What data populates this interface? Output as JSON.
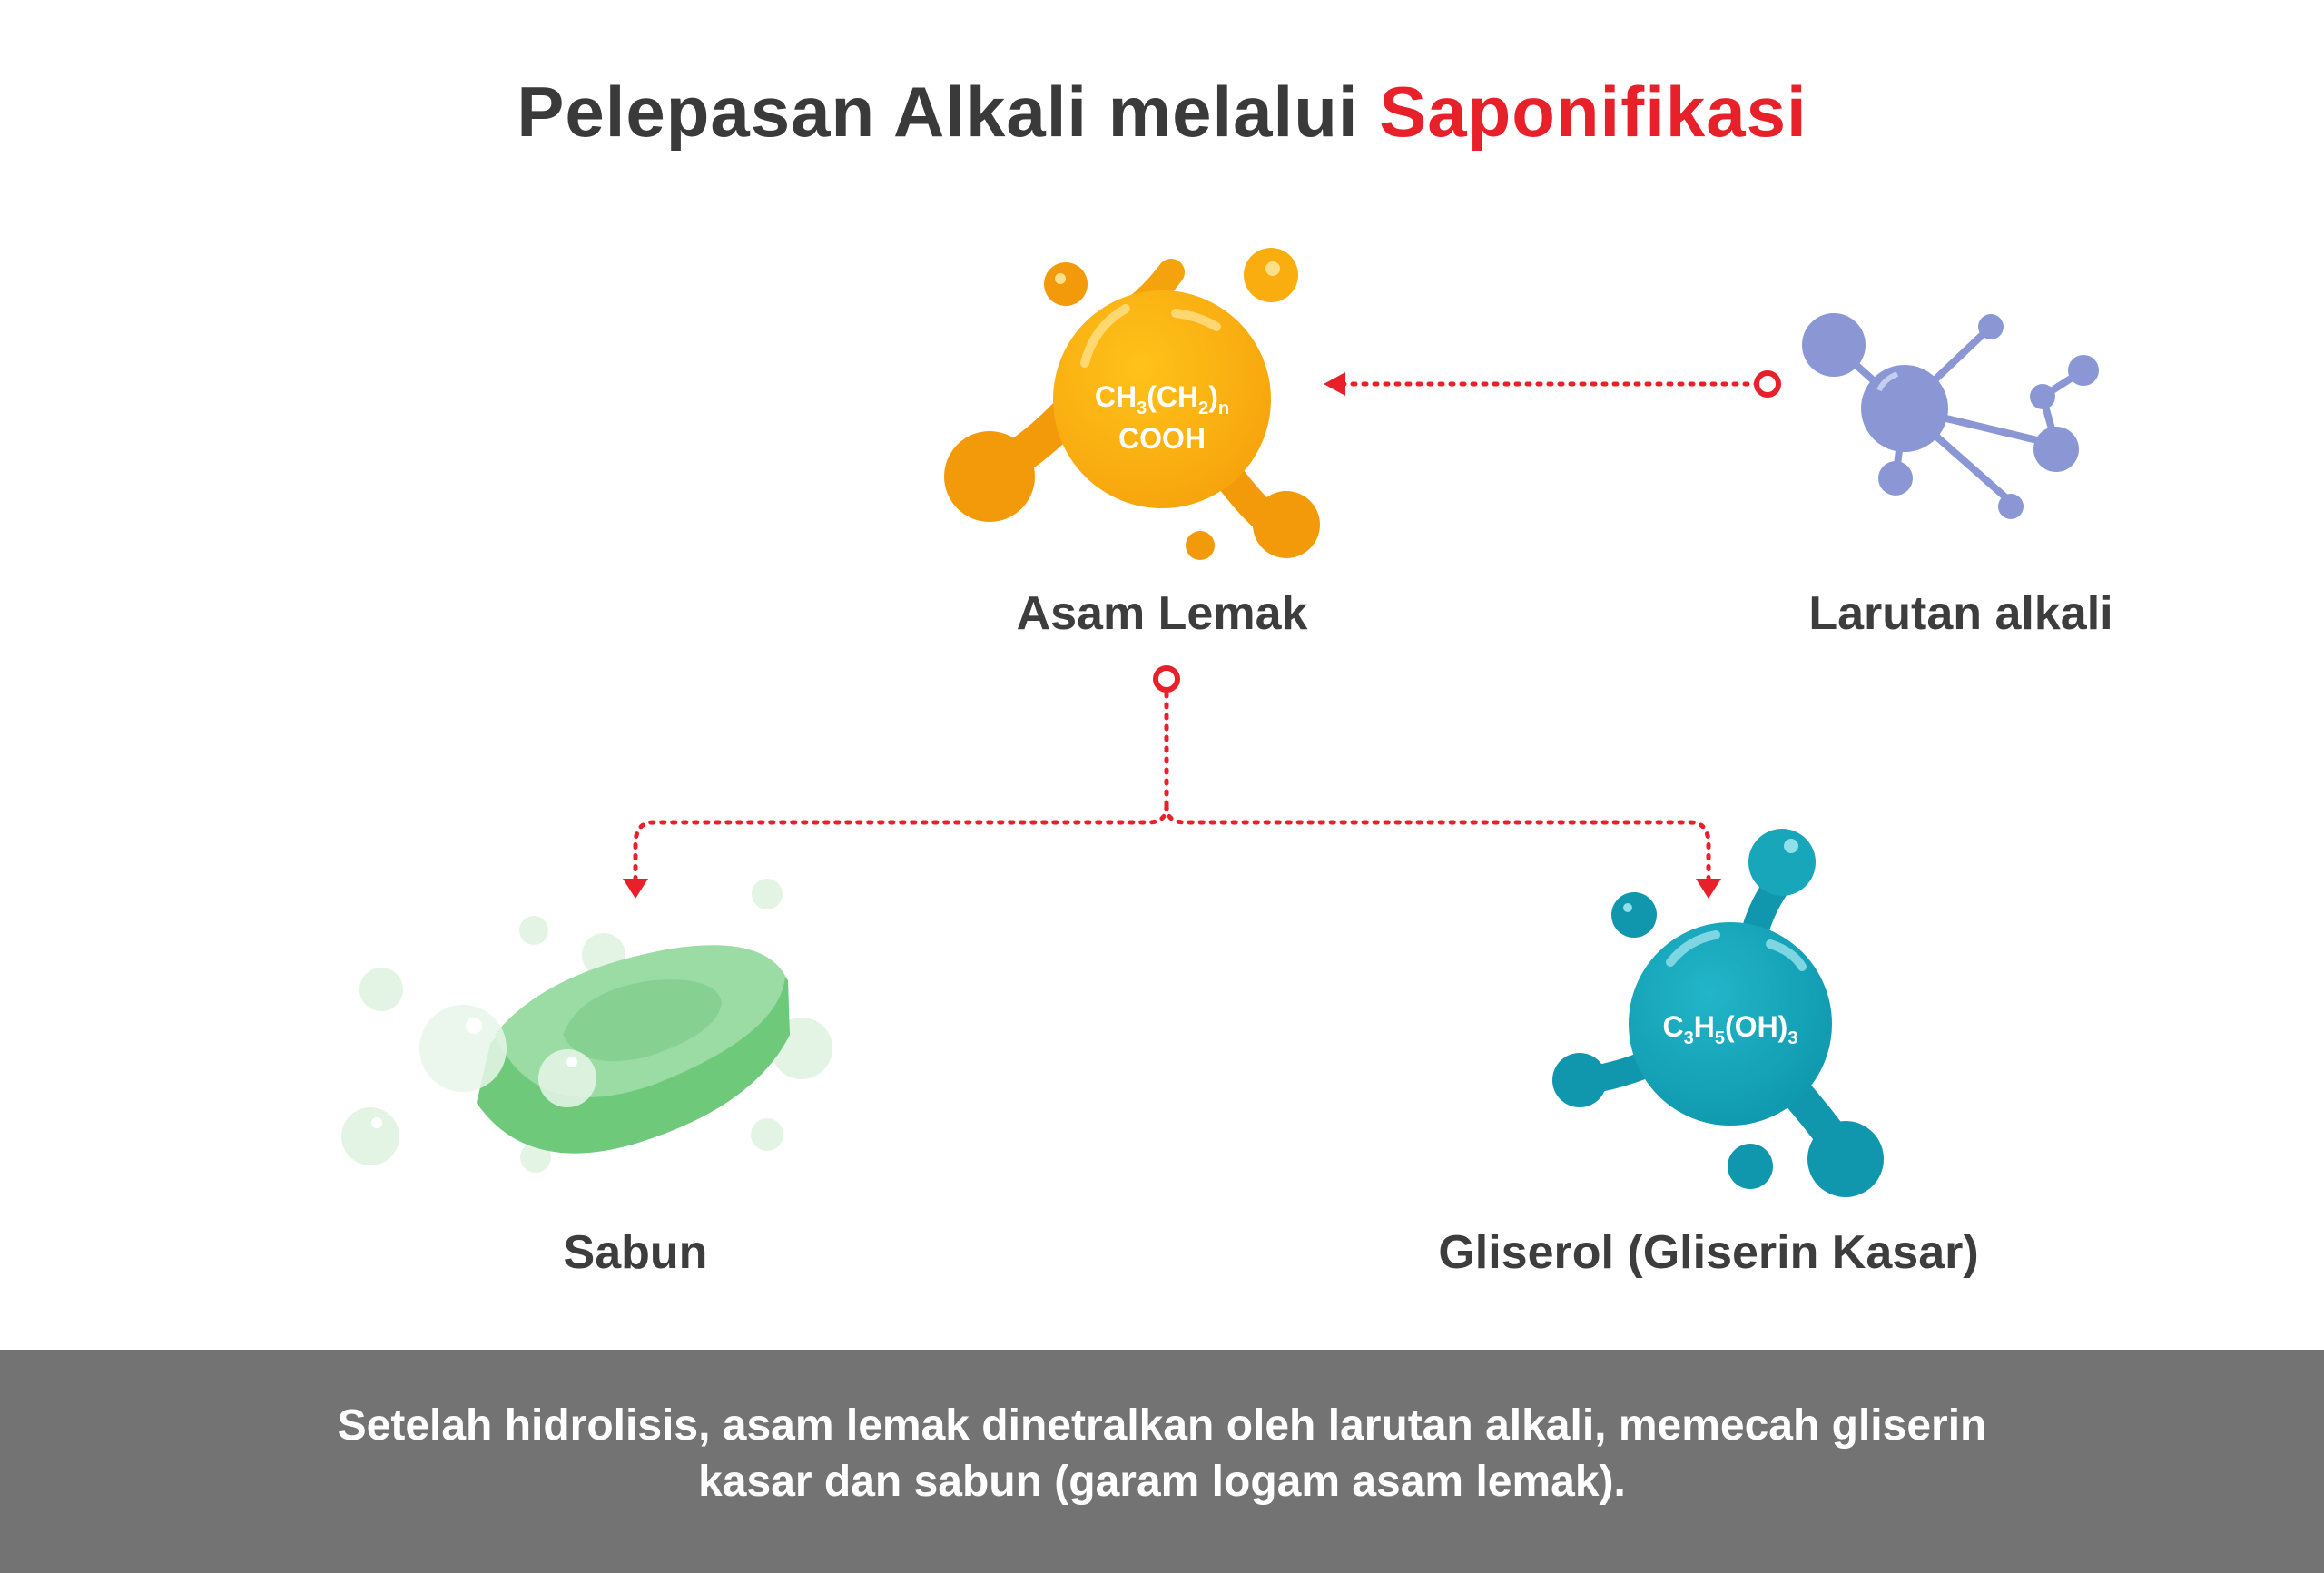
{
  "title": {
    "main": "Pelepasan Alkali melalui",
    "accent": "Saponifikasi"
  },
  "nodes": {
    "fatty_acid": {
      "label": "Asam Lemak",
      "formula_line1": "CH",
      "formula_line1_sub": "3",
      "formula_line1_b": "(CH",
      "formula_line1_sub2": "2",
      "formula_line1_c": ")",
      "formula_line1_sub3": "n",
      "formula_line2": "COOH"
    },
    "alkali": {
      "label": "Larutan alkali"
    },
    "soap": {
      "label": "Sabun"
    },
    "glycerol": {
      "label": "Gliserol (Gliserin Kasar)",
      "formula_a": "C",
      "formula_sub1": "3",
      "formula_b": "H",
      "formula_sub2": "5",
      "formula_c": "(OH)",
      "formula_sub3": "3"
    }
  },
  "footer": {
    "line1": "Setelah hidrolisis, asam lemak dinetralkan oleh larutan alkali, memecah gliserin",
    "line2": "kasar dan sabun (garam logam asam lemak)."
  },
  "colors": {
    "title": "#3a3a3a",
    "accent": "#e8202a",
    "orange": "#f9ad0e",
    "orange_dark": "#f29a0a",
    "blue_molecule": "#8a97d4",
    "teal": "#1aa3b8",
    "green": "#7ccc86",
    "footer_bg": "#737373"
  }
}
